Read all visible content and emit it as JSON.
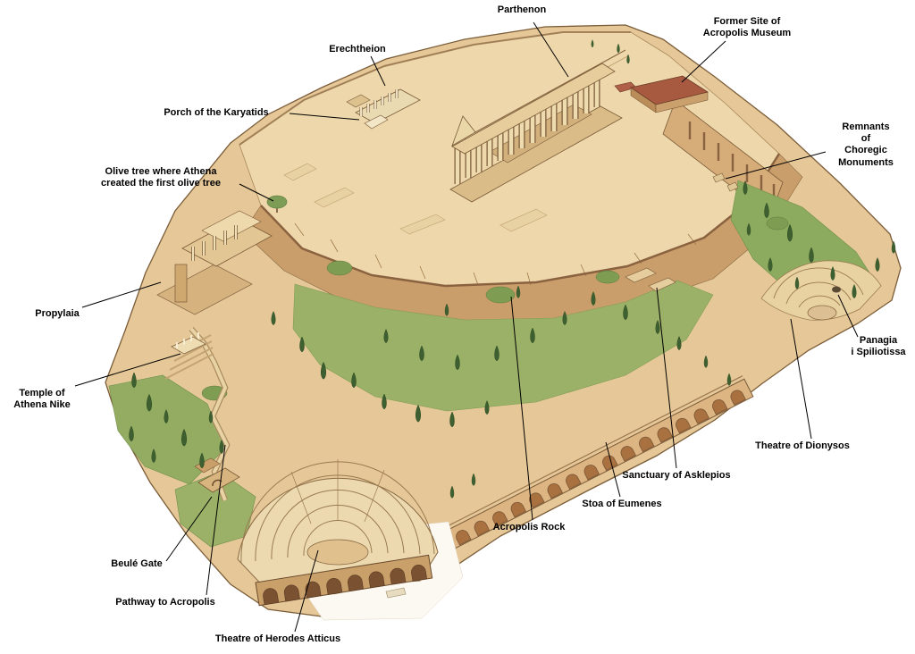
{
  "diagram": {
    "labels": [
      {
        "id": "parthenon",
        "text": "Parthenon"
      },
      {
        "id": "former-site-of-acropolis-museum",
        "text": "Former Site of\nAcropolis Museum"
      },
      {
        "id": "erechtheion",
        "text": "Erechtheion"
      },
      {
        "id": "porch-of-the-karyatids",
        "text": "Porch of the Karyatids"
      },
      {
        "id": "remnants-of-choregic-monuments",
        "text": "Remnants\nof\nChoregic\nMonuments"
      },
      {
        "id": "olive-tree",
        "text": "Olive tree where Athena\ncreated the first olive tree"
      },
      {
        "id": "propylaia",
        "text": "Propylaia"
      },
      {
        "id": "panagia-i-spiliotissa",
        "text": "Panagia\ni Spiliotissa"
      },
      {
        "id": "temple-of-athena-nike",
        "text": "Temple of\nAthena Nike"
      },
      {
        "id": "theatre-of-dionysos",
        "text": "Theatre of Dionysos"
      },
      {
        "id": "sanctuary-of-asklepios",
        "text": "Sanctuary of Asklepios"
      },
      {
        "id": "stoa-of-eumenes",
        "text": "Stoa of Eumenes"
      },
      {
        "id": "acropolis-rock",
        "text": "Acropolis Rock"
      },
      {
        "id": "beule-gate",
        "text": "Beulé Gate"
      },
      {
        "id": "pathway-to-acropolis",
        "text": "Pathway to Acropolis"
      },
      {
        "id": "theatre-of-herodes-atticus",
        "text": "Theatre of Herodes Atticus"
      }
    ],
    "colors": {
      "background": "#ffffff",
      "rock_sand": "#e6c898",
      "plateau": "#eed8ab",
      "cliff": "#c99e6b",
      "vegetation": "#9cb168",
      "cypress_tree": "#3e6030",
      "stone_building": "#e9d5a5",
      "museum_roof": "#a85a40",
      "label_text": "#000000",
      "leader_line": "#000000"
    }
  }
}
